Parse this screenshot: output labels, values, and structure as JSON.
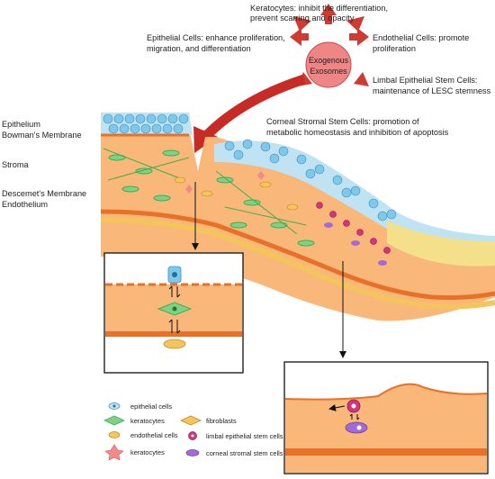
{
  "effects": {
    "keratocytes": [
      "Keratocytes: inhibit the differentiation,",
      "prevent scarring and opacity"
    ],
    "epithelial": [
      "Epithelial Cells: enhance proliferation,",
      "migration, and differentiation"
    ],
    "endothelial": [
      "Endothelial Cells: promote",
      "proliferation"
    ],
    "limbal": [
      "Limbal Epithelial Stem Cells:",
      "maintenance of LESC stemness"
    ],
    "stromal": [
      "Corneal Stromal Stem Cells: promotion of",
      "metabolic homeostasis and inhibition of apoptosis"
    ]
  },
  "center": [
    "Exogenous",
    "Exosomes"
  ],
  "layers": {
    "epithelium": "Epithelium",
    "bowman": "Bowman's Membrane",
    "stroma": "Stroma",
    "descemet": "Descemet's Membrane",
    "endothelium": "Endothelium"
  },
  "legend": {
    "epithelial_cells": "epithelial cells",
    "keratocytes_1": "keratocytes",
    "fibroblasts": "fibroblasts",
    "endothelial_cells": "endothelial cells",
    "limbal_stem_cells": "limbal epithelial stem cells",
    "keratocytes_2": "keratocytes",
    "stromal_stem_cells": "corneal stromal stem cells"
  },
  "colors": {
    "stroma": "#f9b77a",
    "membrane": "#e8712a",
    "epithelium": "#bfe3f3",
    "arrow": "#d13a32",
    "exosome": "#f08585",
    "keratocyte": "#3fb04a",
    "fibroblast": "#f3c55c",
    "limbal": "#d6337f",
    "stromal_stem": "#a06bd6"
  }
}
